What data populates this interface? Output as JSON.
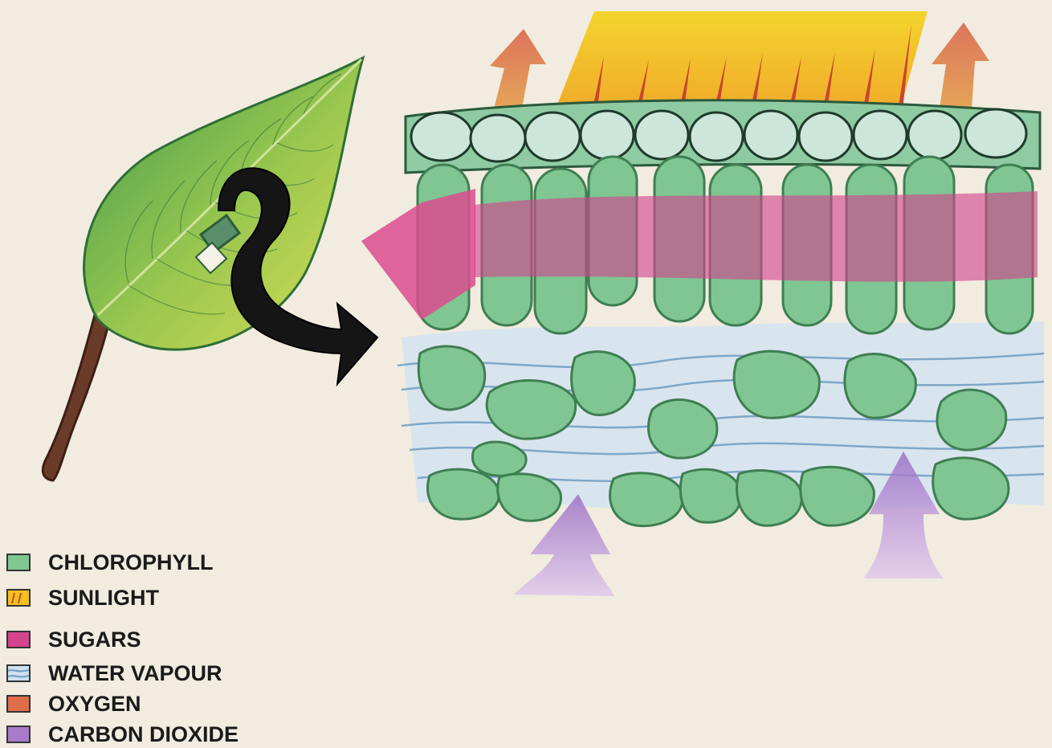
{
  "colors": {
    "background": "#f1ecdf",
    "chlorophyll": "#7fc693",
    "chlorophyll_dark": "#4f9a66",
    "sunlight": "#f2c21d",
    "sugars": "#d2448d",
    "water_vapour": "#cfe0ee",
    "oxygen": "#de6e4c",
    "carbon_dioxide": "#a87bc9",
    "leaf": "#5aab53",
    "leaf_light": "#c9dc52",
    "stem": "#6b3b2a",
    "arrow": "#151515"
  },
  "legend": {
    "items": [
      {
        "label": "CHLOROPHYLL",
        "icon": "chlorophyll-swatch"
      },
      {
        "label": "SUNLIGHT",
        "icon": "sunlight-swatch"
      },
      {
        "label": "SUGARS",
        "icon": "sugars-swatch"
      },
      {
        "label": "WATER VAPOUR",
        "icon": "water-vapour-swatch"
      },
      {
        "label": "OXYGEN",
        "icon": "oxygen-swatch"
      },
      {
        "label": "CARBON DIOXIDE",
        "icon": "carbon-dioxide-swatch"
      }
    ]
  }
}
